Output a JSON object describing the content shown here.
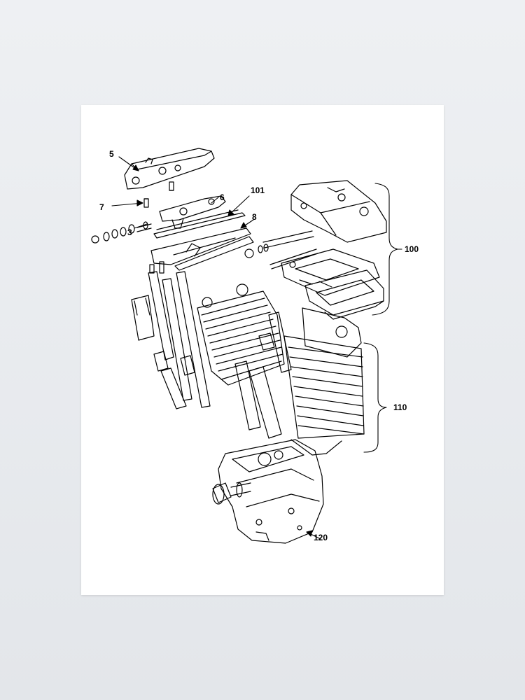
{
  "poster": {
    "colors": {
      "wall": "#e8ebee",
      "paper": "#ffffff",
      "ink": "#000000"
    },
    "callouts": {
      "c5": "5",
      "c7": "7",
      "c6": "6",
      "c101": "101",
      "c8": "8",
      "c3": "3",
      "c100": "100",
      "c110": "110",
      "c120": "120"
    }
  }
}
